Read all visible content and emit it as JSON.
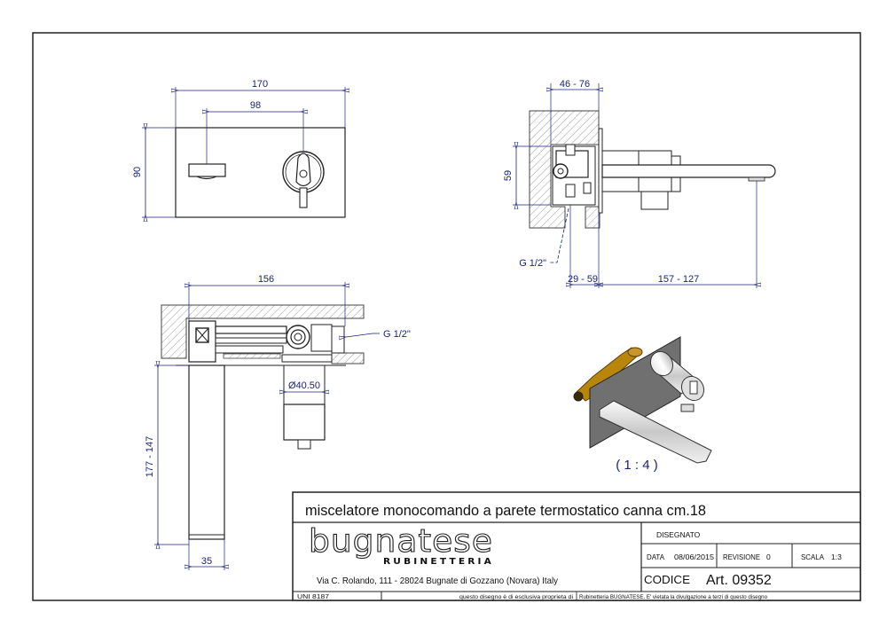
{
  "title_block": {
    "title": "miscelatore monocomando a parete termostatico canna cm.18",
    "brand": "bugnatese",
    "brand_sub": "RUBINETTERIA",
    "address": "Via C. Rolando, 111 - 28024 Bugnate di Gozzano (Novara) Italy",
    "disegnato_label": "DISEGNATO",
    "data_label": "DATA",
    "data_value": "08/06/2015",
    "revisione_label": "REVISIONE",
    "revisione_value": "0",
    "scala_label": "SCALA",
    "scala_value": "1:3",
    "codice_label": "CODICE",
    "codice_value": "Art. 09352",
    "norm": "UNI 8187",
    "notice_left": "questo disegno è di esclusiva proprieta di",
    "notice_right": "Rubinetteria BUGNATESE. E' vietata la divulgazione a terzi di questo disegno"
  },
  "front_view": {
    "width_dim": "170",
    "spacing_dim": "98",
    "height_dim": "90"
  },
  "side_view": {
    "wall_depth_dim": "46 - 76",
    "height_dim": "59",
    "connection_label": "G 1/2\"",
    "offset_dim": "29 - 59",
    "spout_dim": "157 - 127"
  },
  "top_view": {
    "length_dim": "156",
    "connection_label": "G 1/2\"",
    "diameter_dim": "Ø40.50",
    "spout_length_dim": "177 - 147",
    "spout_width_dim": "35"
  },
  "iso_view": {
    "scale_label": "( 1 : 4 )"
  },
  "colors": {
    "dimension": "#1a237e",
    "outline": "#222222",
    "brass": "#b8860b",
    "plate": "#707070"
  }
}
